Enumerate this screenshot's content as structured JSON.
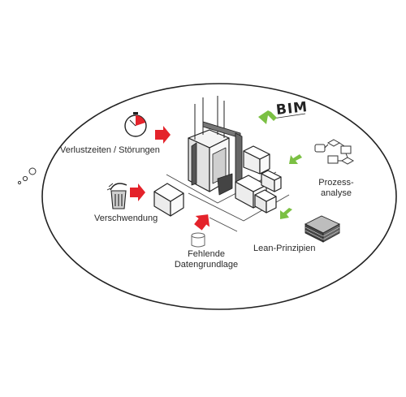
{
  "labels": {
    "verlustzeiten": "Verlustzeiten / Störungen",
    "verschwendung": "Verschwendung",
    "fehlende_line1": "Fehlende",
    "fehlende_line2": "Datengrundlage",
    "bim": "BIM",
    "prozess_line1": "Prozess-",
    "prozess_line2": "analyse",
    "lean": "Lean-Prinzipien"
  },
  "icons": {
    "clock": "stopwatch-icon",
    "trash": "trash-can-icon",
    "data": "database-icon",
    "flow": "flowchart-icon",
    "lean": "layered-block-icon"
  },
  "colors": {
    "problem_arrow": "#e4232b",
    "solution_arrow": "#7bc043",
    "outline": "#222222"
  }
}
